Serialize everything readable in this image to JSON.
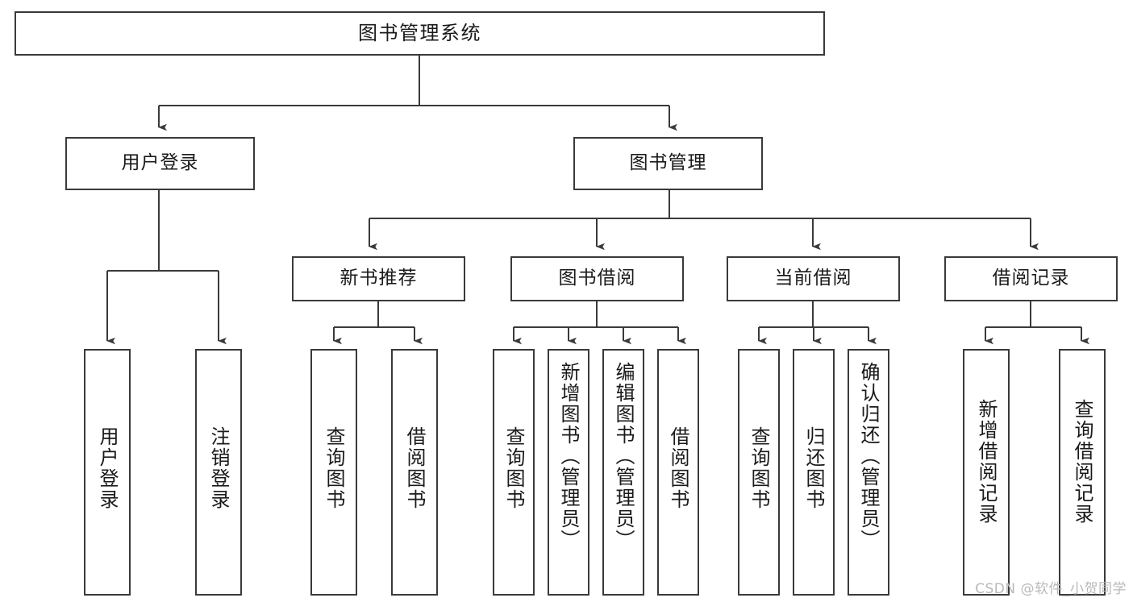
{
  "diagram": {
    "title": "图书管理系统",
    "type": "tree",
    "root": {
      "label": "图书管理系统"
    },
    "level2": [
      {
        "label": "用户登录"
      },
      {
        "label": "图书管理"
      }
    ],
    "level3": [
      {
        "label": "新书推荐",
        "parent": "图书管理"
      },
      {
        "label": "图书借阅",
        "parent": "图书管理"
      },
      {
        "label": "当前借阅",
        "parent": "图书管理"
      },
      {
        "label": "借阅记录",
        "parent": "图书管理"
      }
    ],
    "leaves": {
      "user_login": [
        {
          "label": "用户登录"
        },
        {
          "label": "注销登录"
        }
      ],
      "new_book_recommend": [
        {
          "label": "查询图书"
        },
        {
          "label": "借阅图书"
        }
      ],
      "book_borrow": [
        {
          "label": "查询图书"
        },
        {
          "label": "新增图书（管理员）"
        },
        {
          "label": "编辑图书（管理员）"
        },
        {
          "label": "借阅图书"
        }
      ],
      "current_borrow": [
        {
          "label": "查询图书"
        },
        {
          "label": "归还图书"
        },
        {
          "label": "确认归还（管理员）"
        }
      ],
      "borrow_record": [
        {
          "label": "新增借阅记录"
        },
        {
          "label": "查询借阅记录"
        }
      ]
    }
  },
  "watermark": {
    "text": "CSDN @软件_小贺同学"
  },
  "colors": {
    "border": "#3a3a3a",
    "background": "#ffffff",
    "text": "#1a1a1a",
    "watermark": "#b9b9b9"
  }
}
